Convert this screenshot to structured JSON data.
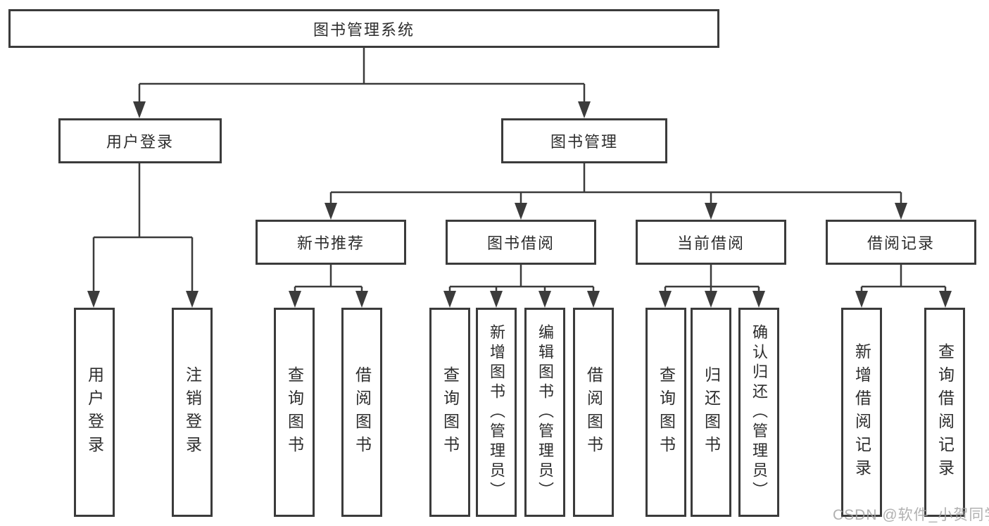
{
  "tree": {
    "label": "图书管理系统",
    "children": [
      {
        "label": "用户登录",
        "children": [
          {
            "label": "用户登录"
          },
          {
            "label": "注销登录"
          }
        ]
      },
      {
        "label": "图书管理",
        "children": [
          {
            "label": "新书推荐",
            "children": [
              {
                "label": "查询图书"
              },
              {
                "label": "借阅图书"
              }
            ]
          },
          {
            "label": "图书借阅",
            "children": [
              {
                "label": "查询图书"
              },
              {
                "label": "新增图书（管理员）"
              },
              {
                "label": "编辑图书（管理员）"
              },
              {
                "label": "借阅图书"
              }
            ]
          },
          {
            "label": "当前借阅",
            "children": [
              {
                "label": "查询图书"
              },
              {
                "label": "归还图书"
              },
              {
                "label": "确认归还（管理员）"
              }
            ]
          },
          {
            "label": "借阅记录",
            "children": [
              {
                "label": "新增借阅记录"
              },
              {
                "label": "查询借阅记录"
              }
            ]
          }
        ]
      }
    ]
  },
  "watermark": {
    "text": "CSDN @软件_小贺同学"
  },
  "colors": {
    "line": "#3b3b3b",
    "text": "#2d2d2d",
    "watermark": "#a3a3a3",
    "background": "#ffffff"
  }
}
